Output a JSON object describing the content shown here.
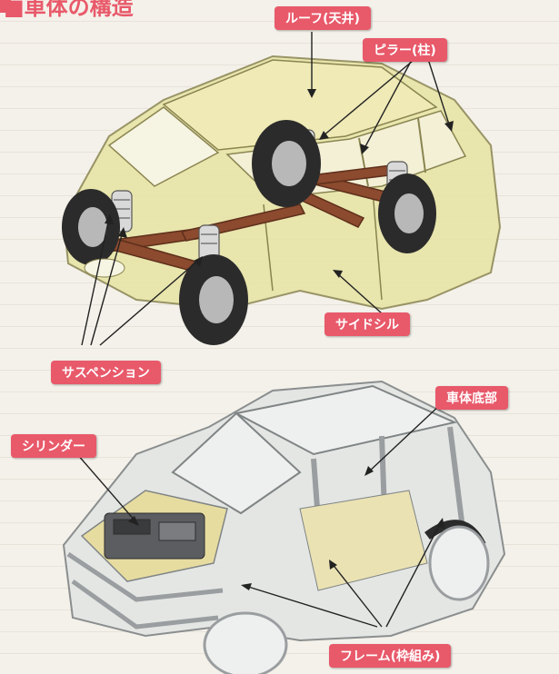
{
  "title_fragment": "■車体の構造",
  "labels": {
    "roof": "ルーフ(天井)",
    "pillar": "ピラー(柱)",
    "side_sill": "サイドシル",
    "suspension": "サスペンション",
    "underbody": "車体底部",
    "cylinder": "シリンダー",
    "frame": "フレーム(枠組み)"
  },
  "colors": {
    "callout": "#e8596a",
    "body_paint": "#e7e3a3",
    "frame_metal": "#d6d7d8",
    "chassis": "#8c4a2e"
  }
}
